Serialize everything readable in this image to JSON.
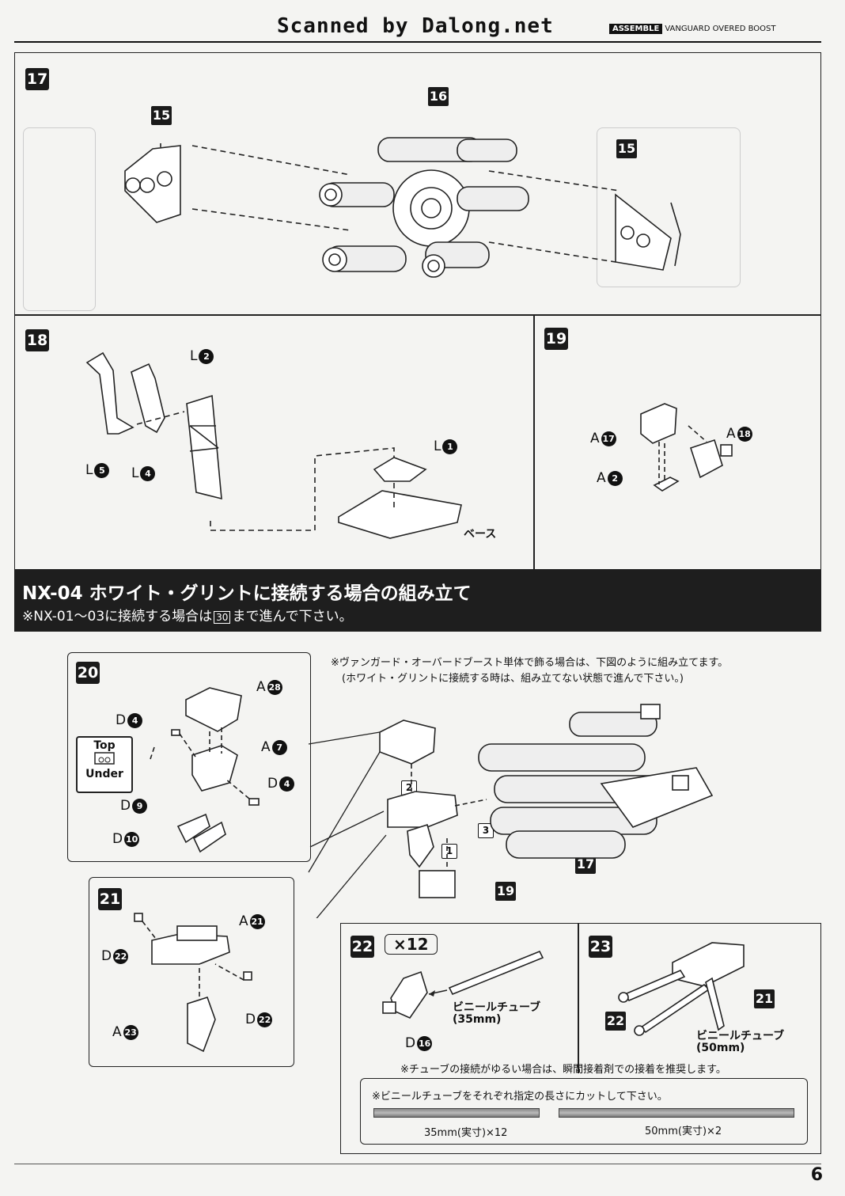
{
  "header": {
    "scan_credit": "Scanned by Dalong.net",
    "tag_box": "ASSEMBLE",
    "tag_text": "VANGUARD OVERED BOOST"
  },
  "steps": {
    "s17": {
      "num": "17",
      "refs": [
        "15",
        "16",
        "15"
      ]
    },
    "s18": {
      "num": "18",
      "parts": [
        {
          "letter": "L",
          "n": "2"
        },
        {
          "letter": "L",
          "n": "1"
        },
        {
          "letter": "L",
          "n": "5"
        },
        {
          "letter": "L",
          "n": "4"
        }
      ],
      "base_label": "ベース"
    },
    "s19": {
      "num": "19",
      "parts": [
        {
          "letter": "A",
          "n": "17"
        },
        {
          "letter": "A",
          "n": "18"
        },
        {
          "letter": "A",
          "n": "2"
        }
      ]
    },
    "s20": {
      "num": "20",
      "parts": [
        {
          "letter": "A",
          "n": "28"
        },
        {
          "letter": "D",
          "n": "4"
        },
        {
          "letter": "A",
          "n": "7"
        },
        {
          "letter": "D",
          "n": "4"
        },
        {
          "letter": "D",
          "n": "9"
        },
        {
          "letter": "D",
          "n": "10"
        }
      ],
      "top_label": "Top",
      "under_label": "Under"
    },
    "s21": {
      "num": "21",
      "parts": [
        {
          "letter": "A",
          "n": "21"
        },
        {
          "letter": "D",
          "n": "22"
        },
        {
          "letter": "D",
          "n": "22"
        },
        {
          "letter": "A",
          "n": "23"
        }
      ]
    },
    "s22": {
      "num": "22",
      "count": "×12",
      "tube_label_1": "ビニールチューブ",
      "tube_label_2": "(35mm)",
      "part": {
        "letter": "D",
        "n": "16"
      }
    },
    "s23": {
      "num": "23",
      "refs": [
        "21",
        "22"
      ],
      "tube_label_1": "ビニールチューブ",
      "tube_label_2": "(50mm)"
    }
  },
  "banner": {
    "title": "NX-04 ホワイト・グリントに接続する場合の組み立て",
    "sub_prefix": "※NX-01～03に接続する場合は",
    "sub_ref": "30",
    "sub_suffix": "まで進んで下さい。"
  },
  "assembly_note_1": "※ヴァンガード・オーバードブースト単体で飾る場合は、下図のように組み立てます。",
  "assembly_note_2": "(ホワイト・グリントに接続する時は、組み立てない状態で進んで下さい。)",
  "assembly": {
    "order": [
      "2",
      "3",
      "1"
    ],
    "refs": [
      "17",
      "19"
    ]
  },
  "glue_note": "※チューブの接続がゆるい場合は、瞬間接着剤での接着を推奨します。",
  "cut_box": {
    "title": "※ビニールチューブをそれぞれ指定の長さにカットして下さい。",
    "tube_a": "35mm(実寸)×12",
    "tube_b": "50mm(実寸)×2"
  },
  "page_number": "6"
}
